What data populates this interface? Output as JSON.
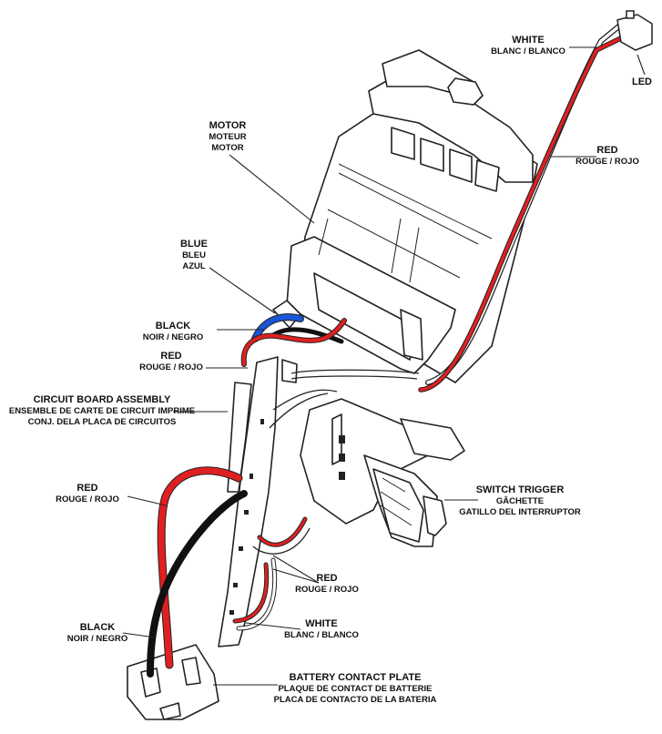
{
  "labels": {
    "white_top": {
      "main": "WHITE",
      "sub": [
        "BLANC / BLANCO"
      ]
    },
    "led": {
      "main": "LED",
      "sub": []
    },
    "red_top": {
      "main": "RED",
      "sub": [
        "ROUGE / ROJO"
      ]
    },
    "motor": {
      "main": "MOTOR",
      "sub": [
        "MOTEUR",
        "MOTOR"
      ]
    },
    "blue": {
      "main": "BLUE",
      "sub": [
        "BLEU",
        "AZUL"
      ]
    },
    "black_mid": {
      "main": "BLACK",
      "sub": [
        "NOIR / NEGRO"
      ]
    },
    "red_mid": {
      "main": "RED",
      "sub": [
        "ROUGE / ROJO"
      ]
    },
    "circuit_board": {
      "main": "CIRCUIT BOARD ASSEMBLY",
      "sub": [
        "ENSEMBLE DE CARTE DE CIRCUIT IMPRIME",
        "CONJ. DELA PLACA DE CIRCUITOS"
      ]
    },
    "red_left": {
      "main": "RED",
      "sub": [
        "ROUGE / ROJO"
      ]
    },
    "switch_trigger": {
      "main": "SWITCH TRIGGER",
      "sub": [
        "GÂCHETTE",
        "GATILLO DEL INTERRUPTOR"
      ]
    },
    "red_bottom": {
      "main": "RED",
      "sub": [
        "ROUGE / ROJO"
      ]
    },
    "white_bottom": {
      "main": "WHITE",
      "sub": [
        "BLANC / BLANCO"
      ]
    },
    "black_bottom": {
      "main": "BLACK",
      "sub": [
        "NOIR / NEGRO"
      ]
    },
    "battery_plate": {
      "main": "BATTERY CONTACT PLATE",
      "sub": [
        "PLAQUE DE CONTACT DE BATTERIE",
        "PLACA DE CONTACTO DE LA BATERIA"
      ]
    }
  },
  "colors": {
    "red": "#e02020",
    "blue": "#1a55d8",
    "black": "#111111",
    "line": "#222222"
  }
}
